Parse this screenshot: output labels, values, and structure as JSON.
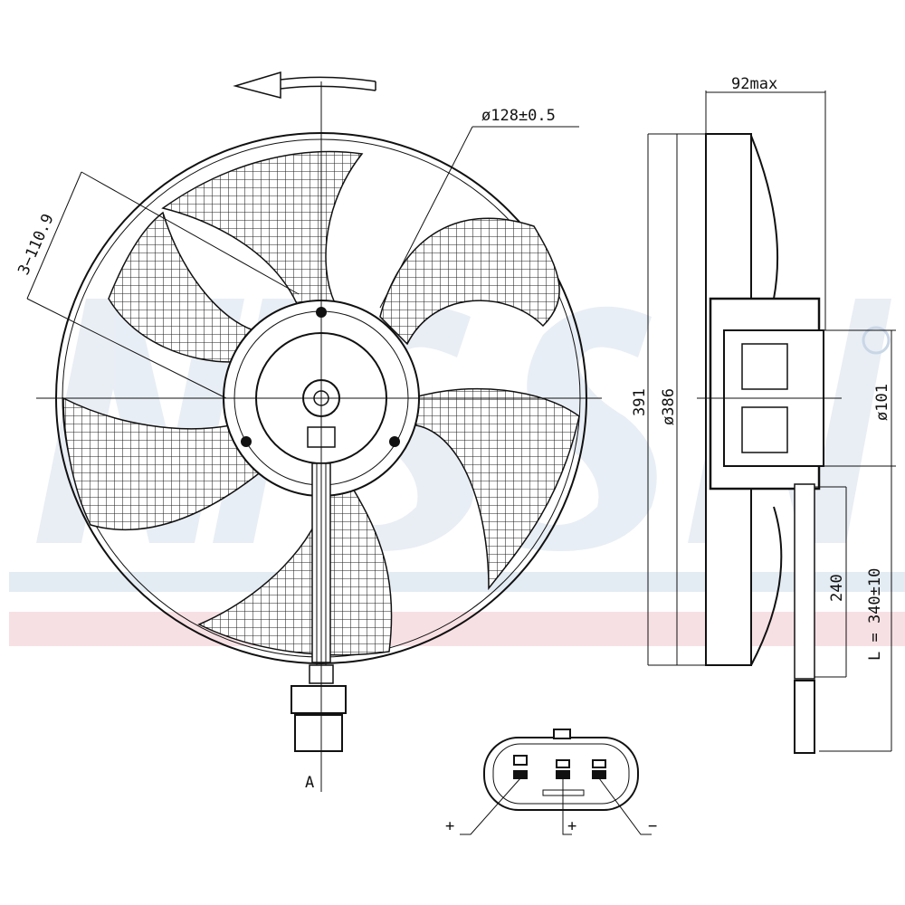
{
  "watermark": {
    "brand": "NISSENS",
    "registered": "®",
    "colors": {
      "blue": "#c9d6e6",
      "red": "#f2c9d0"
    }
  },
  "front_view": {
    "hub_diameter_label": "ø128±0.5",
    "blade_label": "3−110.9",
    "view_marker": "A"
  },
  "side_view": {
    "depth_label": "92max",
    "overall_label": "391",
    "blade_diameter_label": "ø386",
    "motor_diameter_label": "ø101",
    "cable_sleeve_label": "240",
    "cable_length_label": "L = 340±10"
  },
  "connector": {
    "pins": [
      "+",
      "+",
      "−"
    ]
  }
}
